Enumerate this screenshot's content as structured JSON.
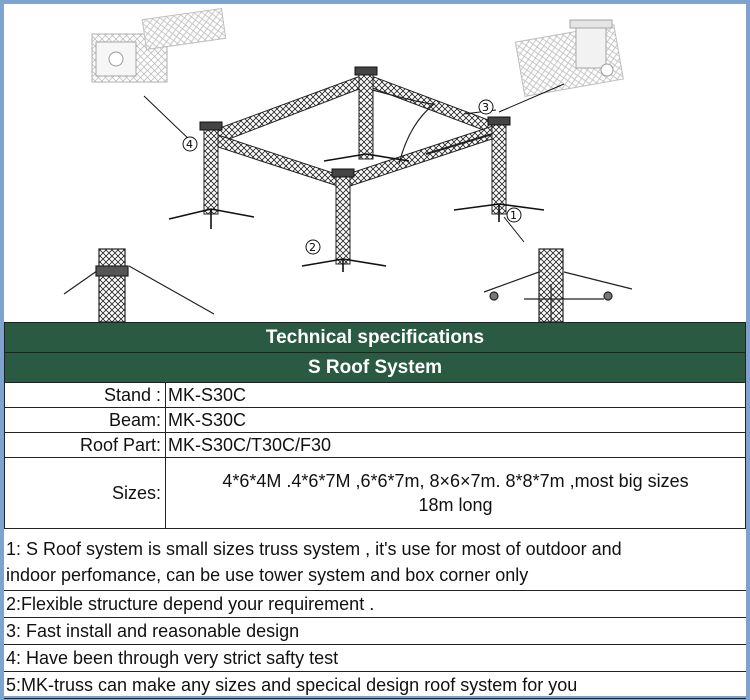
{
  "callouts": {
    "c1": "1",
    "c2": "2",
    "c3": "3",
    "c4": "4"
  },
  "table": {
    "header": "Technical specifications",
    "subheader": "S Roof System",
    "rows": [
      {
        "label": "Stand :",
        "value": "MK-S30C"
      },
      {
        "label": "Beam:",
        "value": "MK-S30C"
      },
      {
        "label": "Roof Part:",
        "value": "MK-S30C/T30C/F30"
      }
    ],
    "sizes": {
      "label": "Sizes:",
      "line1": "4*6*4M .4*6*7M ,6*6*7m, 8×6×7m. 8*8*7m ,most  big sizes",
      "line2": "18m long"
    }
  },
  "notes": {
    "n1a": "1: S Roof system is small  sizes truss system , it's use for most of outdoor and",
    "n1b": "indoor perfomance, can be use tower system and box corner only",
    "n2": "2:Flexible structure depend your requirement .",
    "n3": "3: Fast install and reasonable design",
    "n4": "4: Have been through very strict safty test",
    "n5": "5:MK-truss can make any sizes and specical design roof system for you"
  },
  "colors": {
    "header_green": "#2a5a41",
    "frame_blue": "#7fa3cc"
  }
}
